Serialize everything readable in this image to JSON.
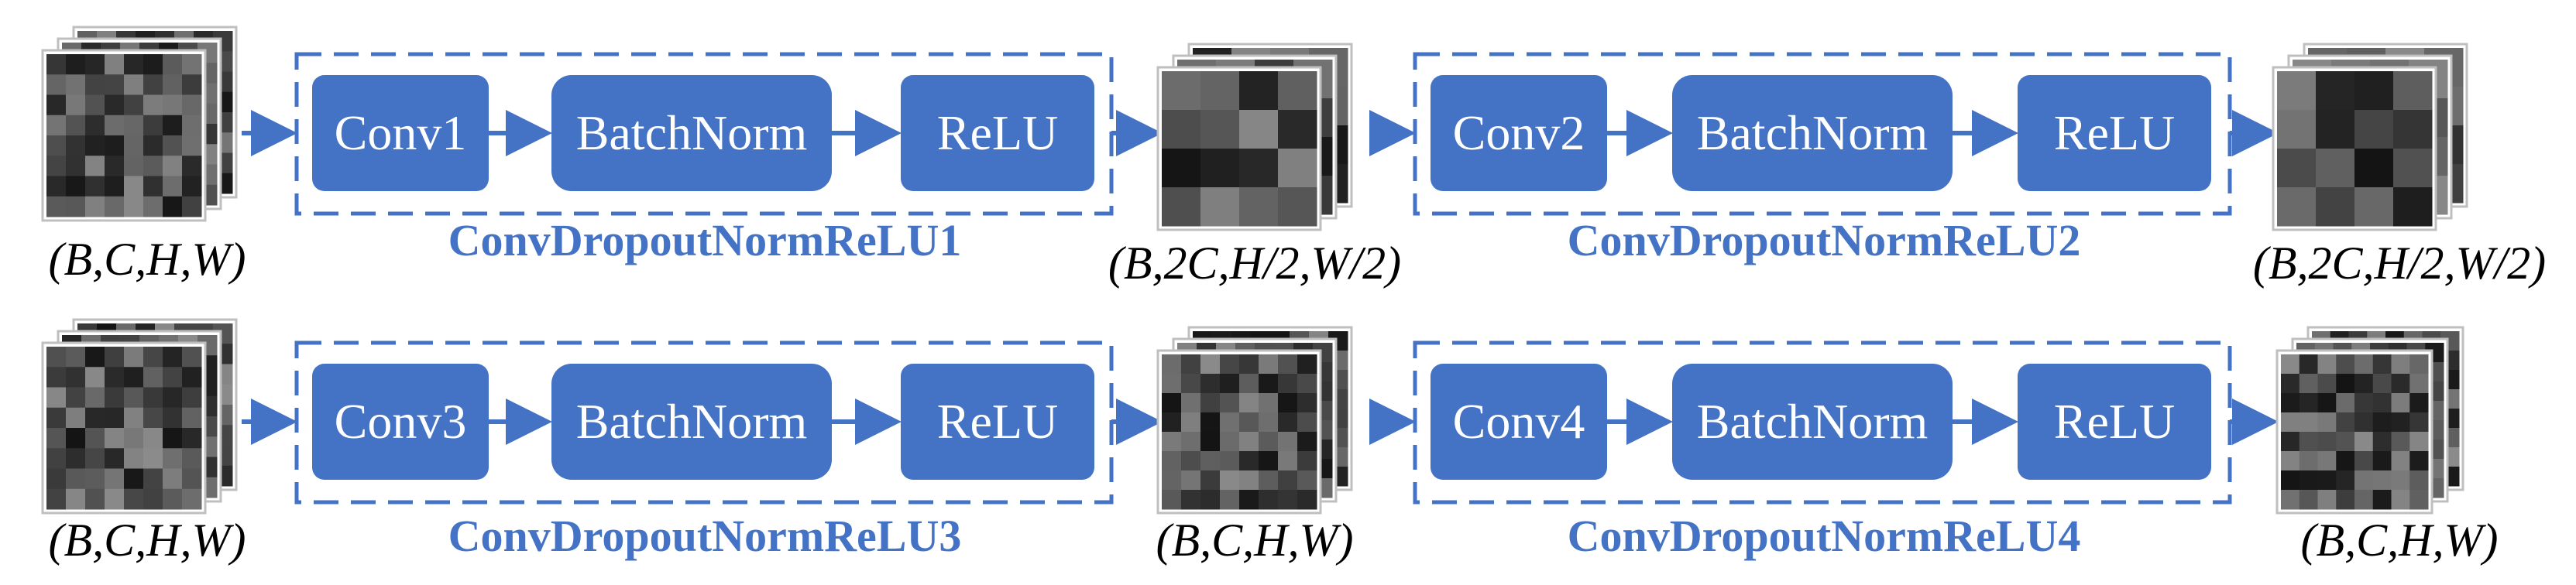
{
  "colors": {
    "accent": "#4472C4",
    "op_text": "#ffffff",
    "shape_text": "#000000"
  },
  "rows": [
    {
      "input_shape": "(B,C,H,W)",
      "stages": [
        {
          "block_name": "ConvDropoutNormReLU1",
          "ops": [
            "Conv1",
            "BatchNorm",
            "ReLU"
          ],
          "output_shape": "(B,2C,H/2,W/2)"
        },
        {
          "block_name": "ConvDropoutNormReLU2",
          "ops": [
            "Conv2",
            "BatchNorm",
            "ReLU"
          ],
          "output_shape": "(B,2C,H/2,W/2)"
        }
      ]
    },
    {
      "input_shape": "(B,C,H,W)",
      "stages": [
        {
          "block_name": "ConvDropoutNormReLU3",
          "ops": [
            "Conv3",
            "BatchNorm",
            "ReLU"
          ],
          "output_shape": "(B,C,H,W)"
        },
        {
          "block_name": "ConvDropoutNormReLU4",
          "ops": [
            "Conv4",
            "BatchNorm",
            "ReLU"
          ],
          "output_shape": "(B,C,H,W)"
        }
      ]
    }
  ]
}
